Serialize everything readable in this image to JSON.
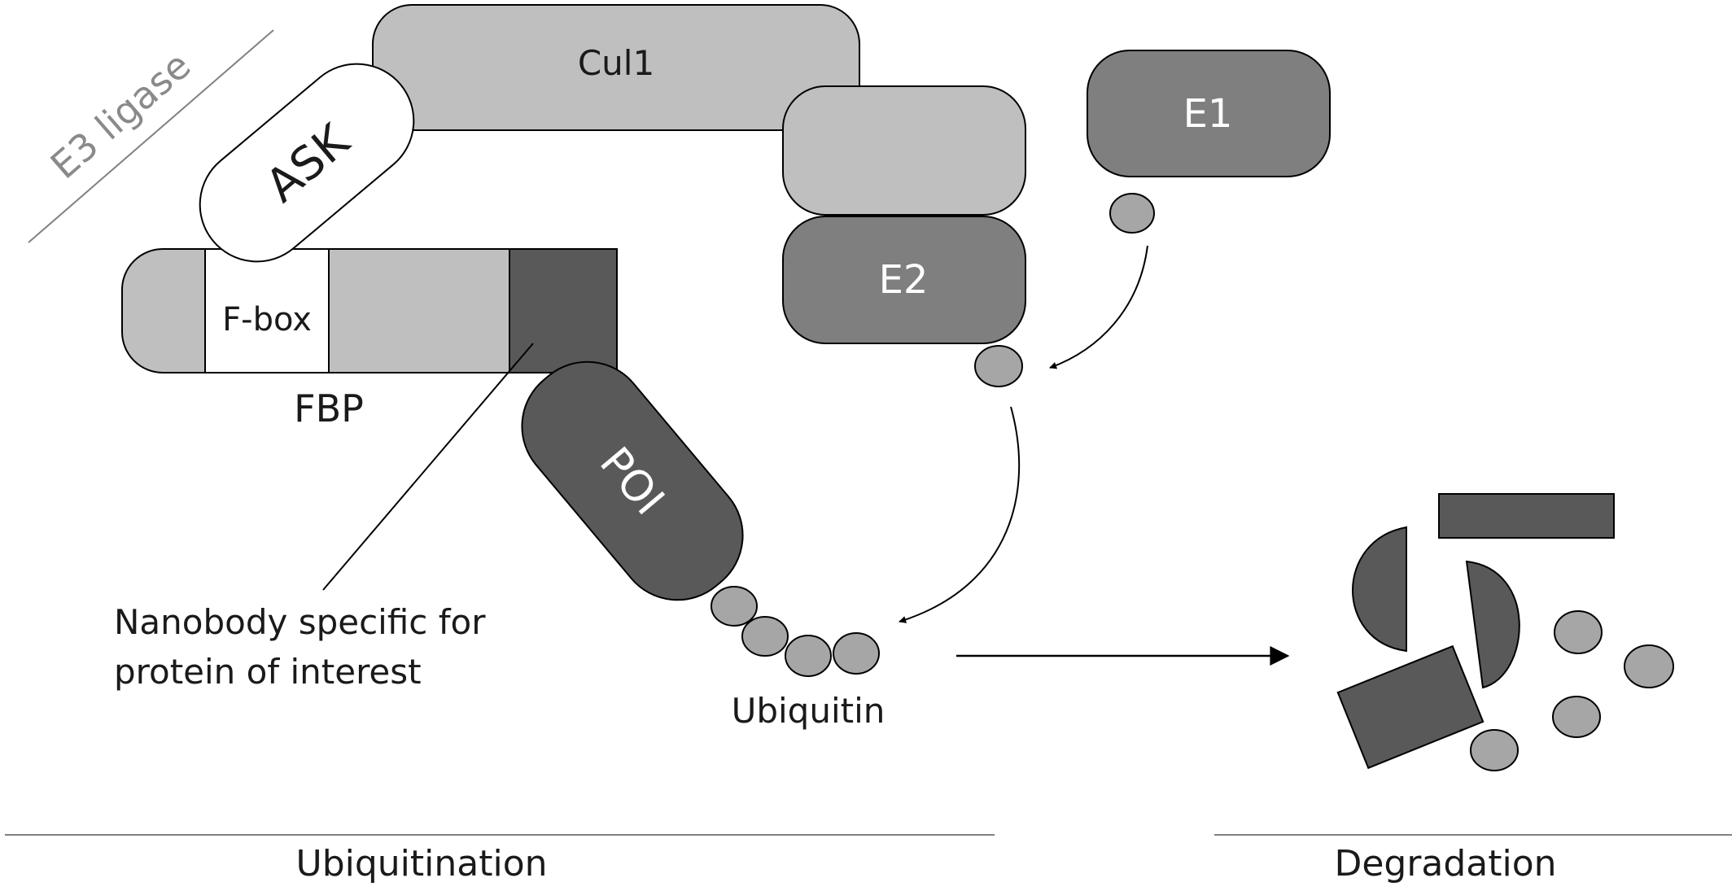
{
  "labels": {
    "e3_ligase": "E3 ligase",
    "cul1": "Cul1",
    "ask": "ASK",
    "e1": "E1",
    "e2": "E2",
    "f_box": "F-box",
    "fbp": "FBP",
    "poi": "POI",
    "nanobody_line1": "Nanobody specific for",
    "nanobody_line2": "protein of interest",
    "ubiquitin": "Ubiquitin",
    "ubiquitination": "Ubiquitination",
    "degradation": "Degradation"
  },
  "colors": {
    "light_gray": "#bfbfbf",
    "mid_gray": "#7f7f7f",
    "dark_gray": "#595959",
    "ubiquitin_gray": "#a6a6a6",
    "white": "#ffffff",
    "stroke": "#000000",
    "section_line": "#7f7f7f"
  }
}
